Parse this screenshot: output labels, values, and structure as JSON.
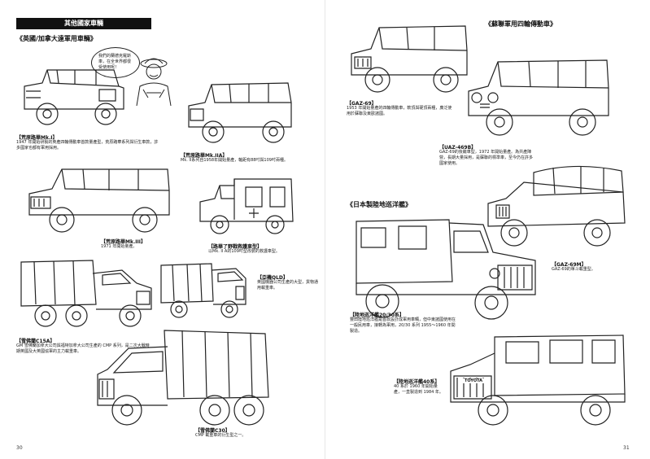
{
  "left_page": {
    "banner": "其他國家車輛",
    "section_uk": "《英國/加拿大遠軍用車輛》",
    "speech_bubble": "我們的蘭德克羅斯車，在全世界都很受使用呢！",
    "vehicles": [
      {
        "label": "【荒原路華Mk.I】",
        "desc": "1947 年開始研製的英產四輪傳動車首款量產型，荒原路華系列與衍生車款，許多國家也都有軍用採用。"
      },
      {
        "label": "【荒原路華Mk.IIA】",
        "desc": "Mk. II系列自1958年開始量產，軸距有88吋與109吋兩種。"
      },
      {
        "label": "【荒原路華Mk.III】",
        "desc": "1971 年開始量產。"
      },
      {
        "label": "【路華了野戰救護車型】",
        "desc": "以Mk. II A的109吋型改裝的救護車型。"
      },
      {
        "label": "【雪佛蘭C15A】",
        "desc": "GM 雪佛蘭加拿大公司與福特加拿大公司生產的 CMP 系列，是二次大戰時期英國及大英國協軍的主力載重車。"
      },
      {
        "label": "【亞機QLD】",
        "desc": "英國機器公司生產的大型，貨物通用載重車。"
      },
      {
        "label": "【雪佛蘭C30】",
        "desc": "CMP 載重車的衍生型之一。"
      }
    ],
    "page_number": "30"
  },
  "right_page": {
    "section_ussr": "《蘇聯軍用四輪傳動車》",
    "section_japan": "《日本製陸地巡洋艦》",
    "vehicles": [
      {
        "label": "【GAZ-69】",
        "desc": "1953 年開始量產的四輪傳動車，軟頂與硬頂兩種，廣泛使用於蘇聯及東歐諸國。"
      },
      {
        "label": "【UAZ-469B】",
        "desc": "GAZ-69的後繼車型，1972 年開始量產。為共產陣營，長期大量採用，是蘇聯的標準車，至今仍在許多國家使用。"
      },
      {
        "label": "【GAZ-69M】",
        "desc": "GAZ-69的單斗載重型。"
      },
      {
        "label": "【陸地巡洋艦20/30系】",
        "desc": "豐田陸地巡洋艦是首款設計成軍用車輛，但中東諸國使用在一般民用車，接轉為軍用，20/30 系列 1955～1960 年間製造。"
      },
      {
        "label": "【陸地巡洋艦40系】",
        "desc": "40 系於 1960 年開始量產，一直製造到 1984 年。"
      }
    ],
    "grille_text": "TOYOTA",
    "page_number": "31"
  }
}
